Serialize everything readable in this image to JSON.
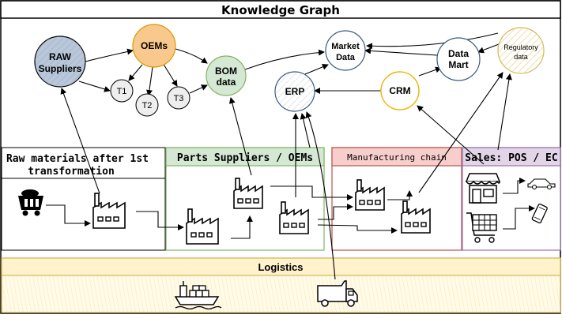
{
  "title": "Knowledge Graph",
  "nodes": {
    "raw_suppliers": [
      "RAW",
      "Suppliers"
    ],
    "oems": "OEMs",
    "t1": "T1",
    "t2": "T2",
    "t3": "T3",
    "bom_data": [
      "BOM",
      "data"
    ],
    "market_data": [
      "Market",
      "Data"
    ],
    "erp": "ERP",
    "data_mart": [
      "Data",
      "Mart"
    ],
    "regulatory_data": [
      "Regulatory",
      "data"
    ],
    "crm": "CRM"
  },
  "panels": {
    "raw_materials": [
      "Raw materials after 1st",
      "transformation"
    ],
    "parts_suppliers": "Parts Suppliers / OEMs",
    "manufacturing": "Manufacturing chain",
    "sales": "Sales: POS / EC"
  },
  "logistics": "Logistics",
  "colors": {
    "raw_suppliers": "#b8c7d9",
    "oems": "#f9c88c",
    "bom_data": "#d5e8d4",
    "crm_stroke": "#f0b400",
    "regulatory_stroke": "#d6b656",
    "parts_header": "#d5e8d4",
    "manufacturing_header": "#f8cecc",
    "sales_header": "#e1d5e7",
    "logistics_fill": "#fff2cc"
  }
}
